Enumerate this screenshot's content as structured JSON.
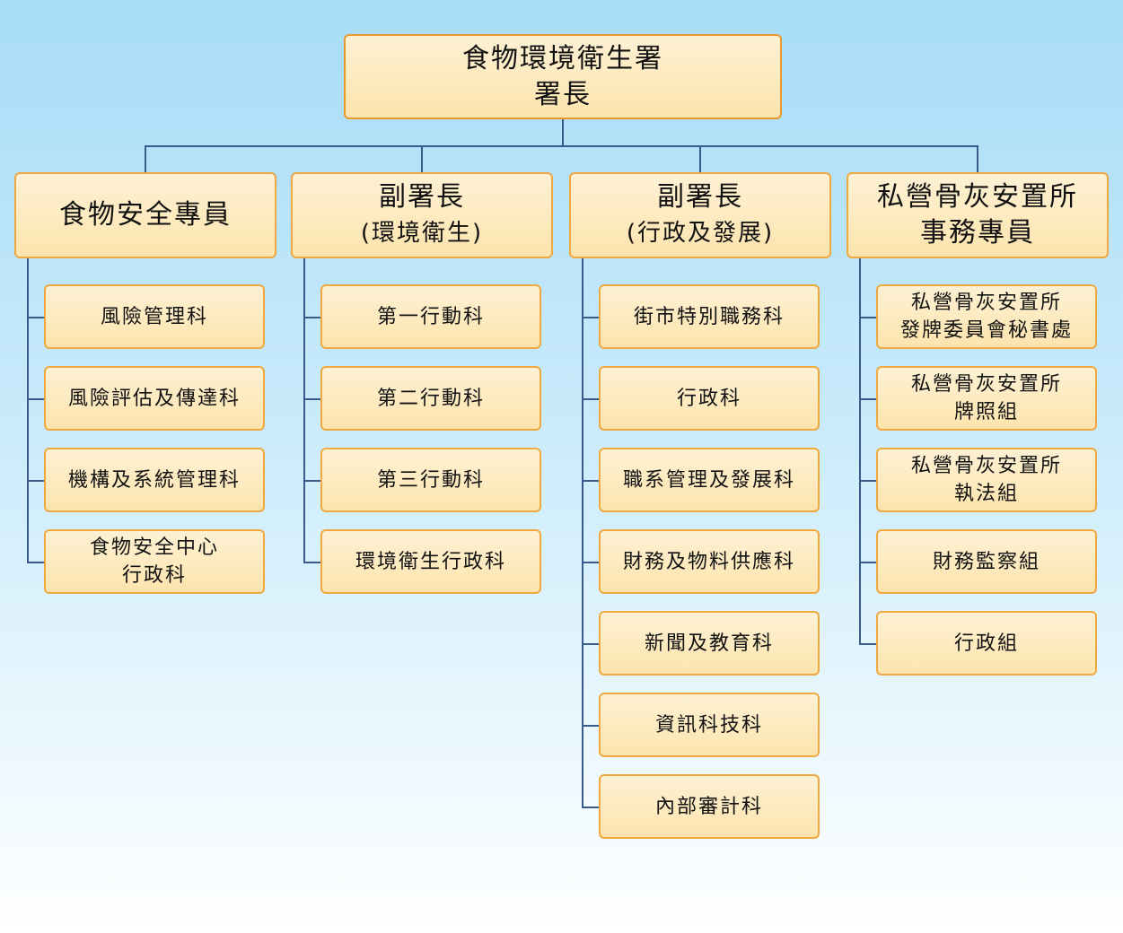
{
  "top": {
    "line1": "食物環境衛生署",
    "line2": "署長"
  },
  "columns": [
    {
      "heading": [
        "食物安全專員"
      ],
      "units": [
        [
          "風險管理科"
        ],
        [
          "風險評估及傳達科"
        ],
        [
          "機構及系統管理科"
        ],
        [
          "食物安全中心",
          "行政科"
        ]
      ]
    },
    {
      "heading": [
        "副署長",
        "(環境衛生)"
      ],
      "units": [
        [
          "第一行動科"
        ],
        [
          "第二行動科"
        ],
        [
          "第三行動科"
        ],
        [
          "環境衛生行政科"
        ]
      ]
    },
    {
      "heading": [
        "副署長",
        "(行政及發展)"
      ],
      "units": [
        [
          "街市特別職務科"
        ],
        [
          "行政科"
        ],
        [
          "職系管理及發展科"
        ],
        [
          "財務及物料供應科"
        ],
        [
          "新聞及教育科"
        ],
        [
          "資訊科技科"
        ],
        [
          "內部審計科"
        ]
      ]
    },
    {
      "heading": [
        "私營骨灰安置所",
        "事務專員"
      ],
      "units": [
        [
          "私營骨灰安置所",
          "發牌委員會秘書處"
        ],
        [
          "私營骨灰安置所",
          "牌照組"
        ],
        [
          "私營骨灰安置所",
          "執法組"
        ],
        [
          "財務監察組"
        ],
        [
          "行政組"
        ]
      ]
    }
  ]
}
